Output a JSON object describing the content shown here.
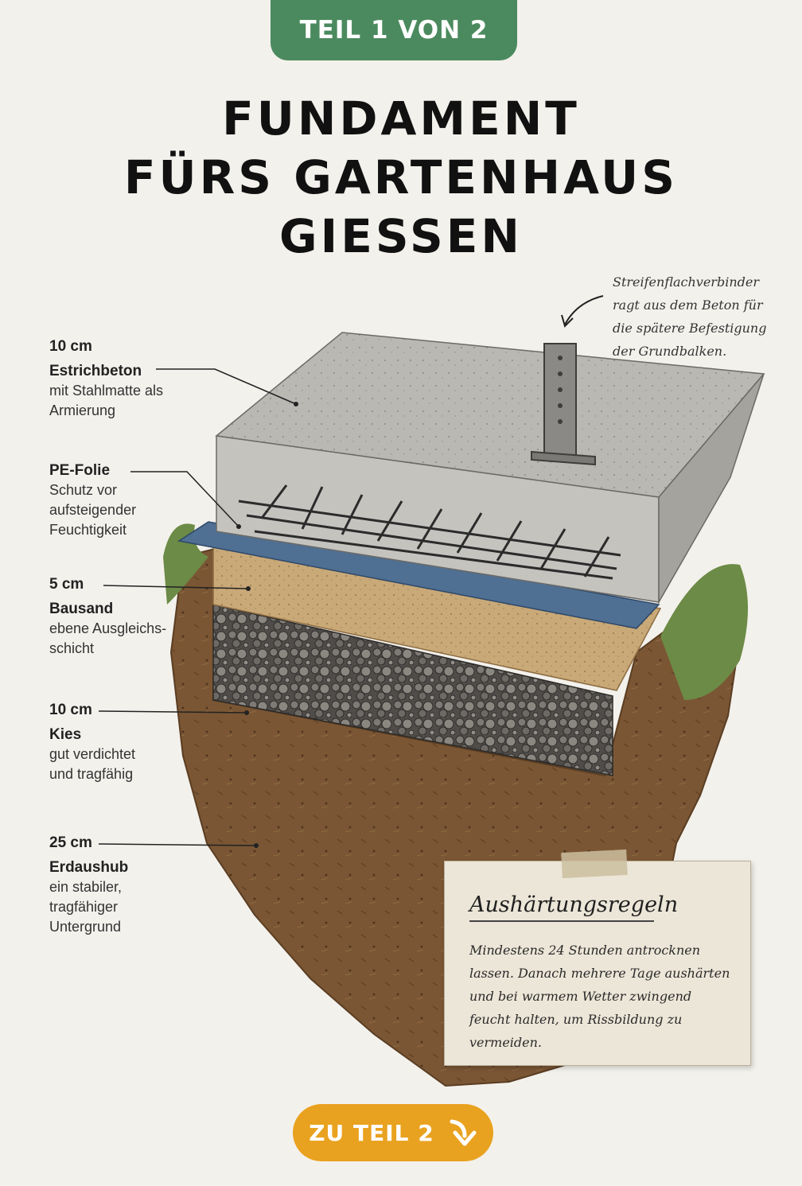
{
  "badge": "TEIL 1 VON 2",
  "title": {
    "line1": "FUNDAMENT",
    "line2": "FÜRS GARTENHAUS",
    "line3": "GIESSEN"
  },
  "annotation": {
    "text": "Streifenflachverbinder ragt aus dem Beton für die spätere Befestigung der Grundbalken."
  },
  "layers": [
    {
      "value": "10 cm",
      "name": "Estrichbeton",
      "desc": "mit Stahlmatte als Armierung"
    },
    {
      "value": "",
      "name": "PE-Folie",
      "desc": "Schutz vor aufsteigender Feuchtigkeit"
    },
    {
      "value": "5 cm",
      "name": "Bausand",
      "desc": "ebene Ausgleichs-schicht"
    },
    {
      "value": "10 cm",
      "name": "Kies",
      "desc": "gut verdichtet und tragfähig"
    },
    {
      "value": "25 cm",
      "name": "Erdaushub",
      "desc": "ein stabiler, tragfähiger Untergrund"
    }
  ],
  "card": {
    "title": "Aushärtungsregeln",
    "text": "Mindestens 24 Stunden antrocknen lassen. Danach mehrere Tage aushärten und bei warmem Wetter zwingend feucht halten, um Rissbildung zu vermeiden."
  },
  "cta": {
    "label": "ZU TEIL 2",
    "icon": "arrow-down-right-icon"
  },
  "colors": {
    "badge": "#4b8a5e",
    "cta": "#e9a21f",
    "concrete": "#b9b8b3",
    "foil": "#4f6f93",
    "sand": "#c9a978",
    "gravel": "#55524e",
    "soil": "#7a5634"
  }
}
